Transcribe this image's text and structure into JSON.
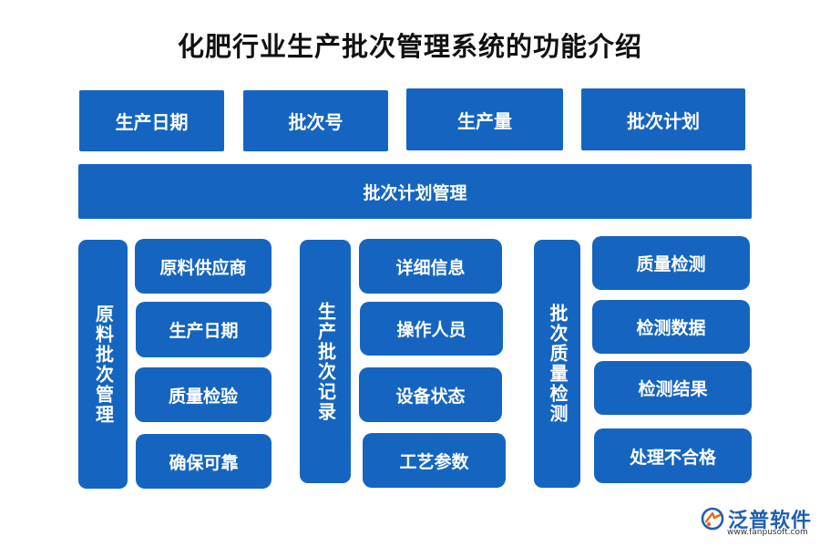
{
  "title": "化肥行业生产批次管理系统的功能介绍",
  "top_row": [
    "生产日期",
    "批次号",
    "生产量",
    "批次计划"
  ],
  "bar": "批次计划管理",
  "groups": [
    {
      "label": "原料批次管理",
      "items": [
        "原料供应商",
        "生产日期",
        "质量检验",
        "确保可靠"
      ]
    },
    {
      "label": "生产批次记录",
      "items": [
        "详细信息",
        "操作人员",
        "设备状态",
        "工艺参数"
      ]
    },
    {
      "label": "批次质量检测",
      "items": [
        "质量检测",
        "检测数据",
        "检测结果",
        "处理不合格"
      ]
    }
  ],
  "logo": {
    "name": "泛普软件",
    "url": "www.fanpusoft.com",
    "icon": "fanpu-logo-icon"
  },
  "colors": {
    "box": "#1565c0",
    "title": "#111111",
    "logo": "#1f5fb0"
  }
}
